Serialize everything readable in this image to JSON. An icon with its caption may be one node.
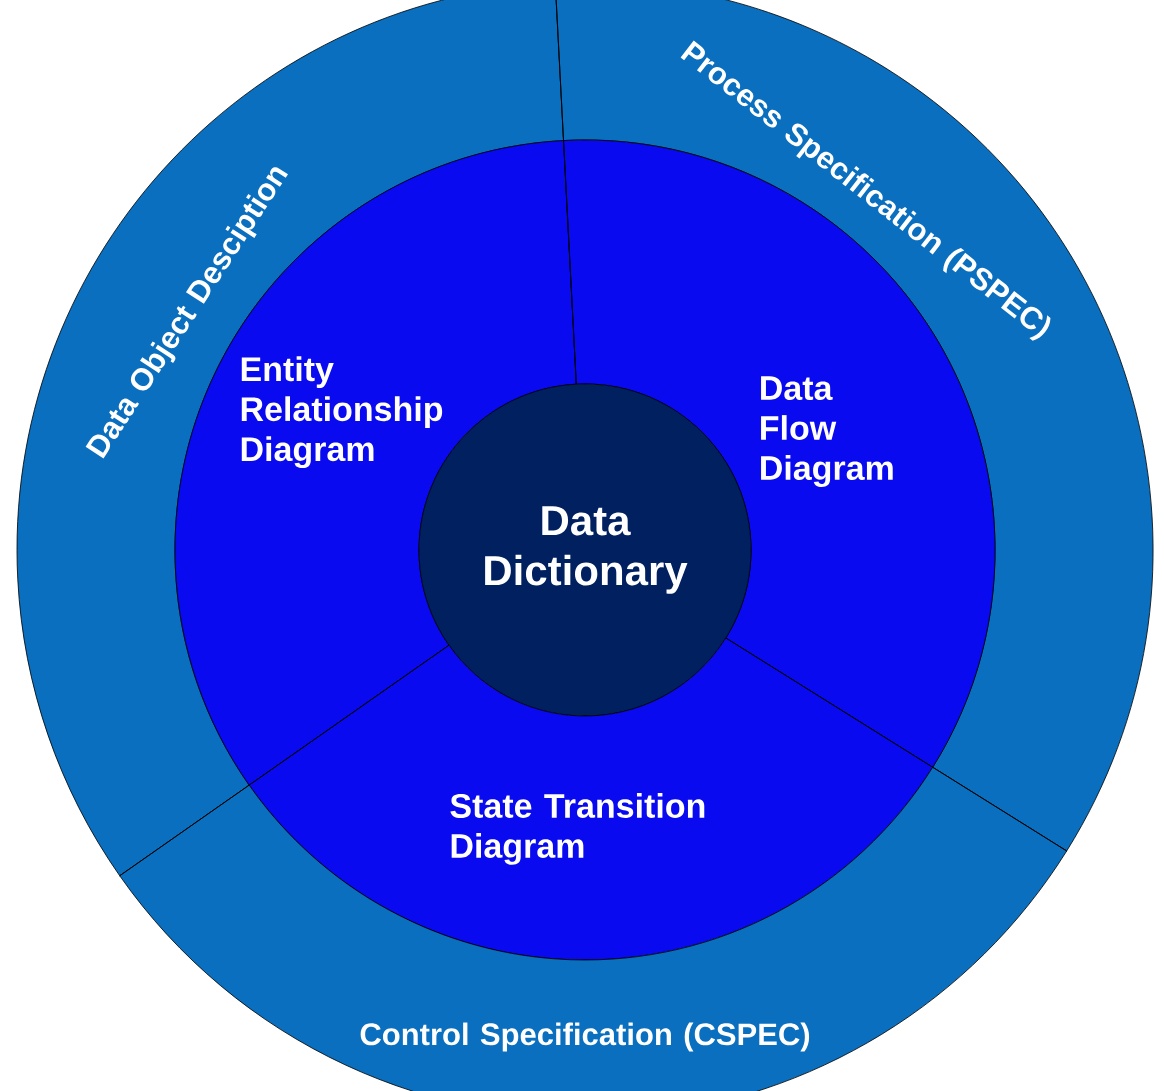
{
  "diagram": {
    "nodes": [
      {
        "text": [
          "Data Object Desciption"
        ]
      },
      {
        "text": [
          "Process Specification (PSPEC)"
        ]
      },
      {
        "text": [
          "Entity Relationship Diagram"
        ]
      },
      {
        "text": [
          "Data Flow Diagram"
        ]
      },
      {
        "text": [
          "Data Dictionary"
        ]
      },
      {
        "text": [
          "State Transition Diagram"
        ]
      },
      {
        "text": [
          "Control Specification (CSPEC)"
        ]
      }
    ]
  }
}
